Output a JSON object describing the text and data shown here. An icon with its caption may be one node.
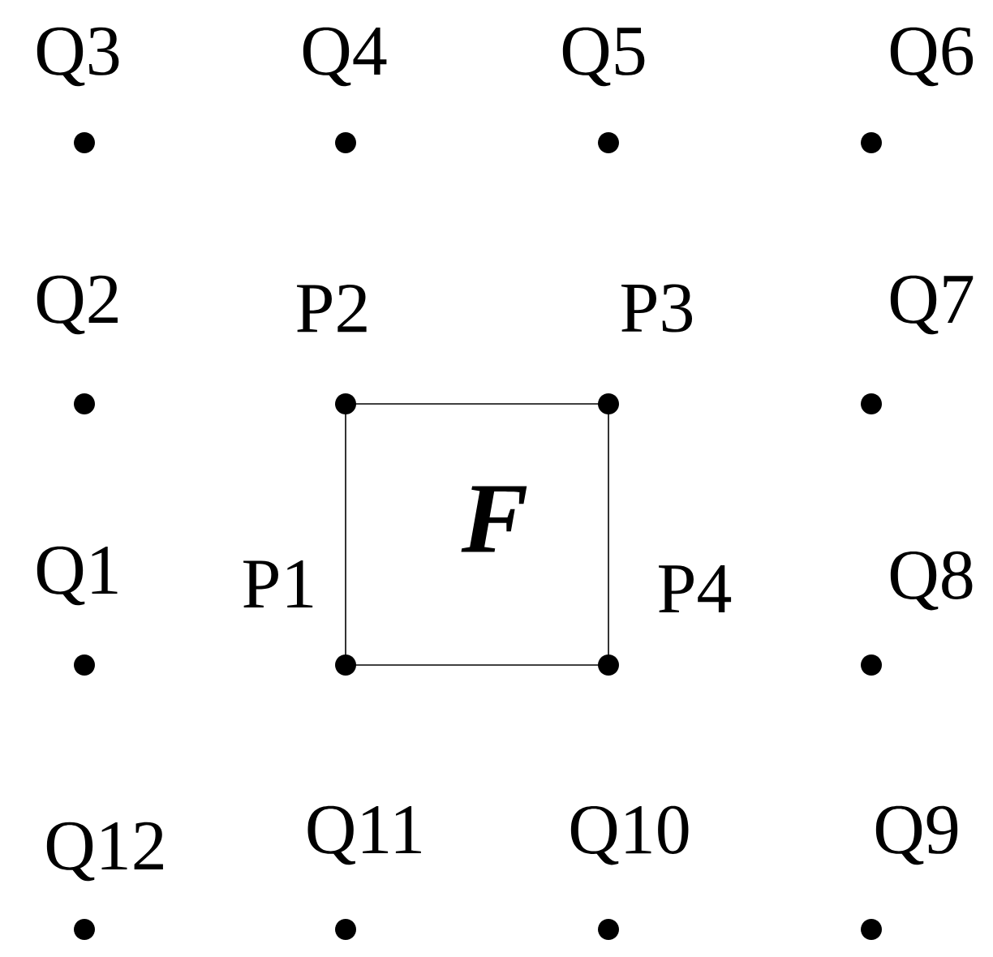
{
  "diagram": {
    "nodes": [
      {
        "text": [],
        "shape": "circle",
        "beside": [
          "Q3"
        ]
      },
      {
        "text": [],
        "shape": "circle",
        "beside": [
          "Q4"
        ]
      },
      {
        "text": [],
        "shape": "circle",
        "beside": [
          "Q5"
        ]
      },
      {
        "text": [],
        "shape": "circle",
        "beside": [
          "Q6"
        ]
      },
      {
        "text": [],
        "shape": "circle",
        "beside": [
          "Q2"
        ]
      },
      {
        "text": [],
        "shape": "circle",
        "beside": [
          "P2"
        ]
      },
      {
        "text": [],
        "shape": "circle",
        "beside": [
          "P3"
        ]
      },
      {
        "text": [],
        "shape": "circle",
        "beside": [
          "Q7"
        ]
      },
      {
        "text": [],
        "shape": "circle",
        "beside": [
          "Q1"
        ]
      },
      {
        "text": [],
        "shape": "circle",
        "beside": [
          "P1"
        ]
      },
      {
        "text": [],
        "shape": "circle",
        "beside": [
          "P4"
        ]
      },
      {
        "text": [],
        "shape": "circle",
        "beside": [
          "Q8"
        ]
      },
      {
        "text": [],
        "shape": "circle",
        "beside": [
          "Q12"
        ]
      },
      {
        "text": [],
        "shape": "circle",
        "beside": [
          "Q11"
        ]
      },
      {
        "text": [],
        "shape": "circle",
        "beside": [
          "Q10"
        ]
      },
      {
        "text": [],
        "shape": "circle",
        "beside": [
          "Q9"
        ]
      }
    ],
    "edges": [
      {
        "from": 9,
        "to": 5,
        "arrow": "none"
      },
      {
        "from": 5,
        "to": 6,
        "arrow": "none"
      },
      {
        "from": 6,
        "to": 10,
        "arrow": "none"
      },
      {
        "from": 10,
        "to": 9,
        "arrow": "none"
      }
    ],
    "labels": [
      "F"
    ]
  }
}
